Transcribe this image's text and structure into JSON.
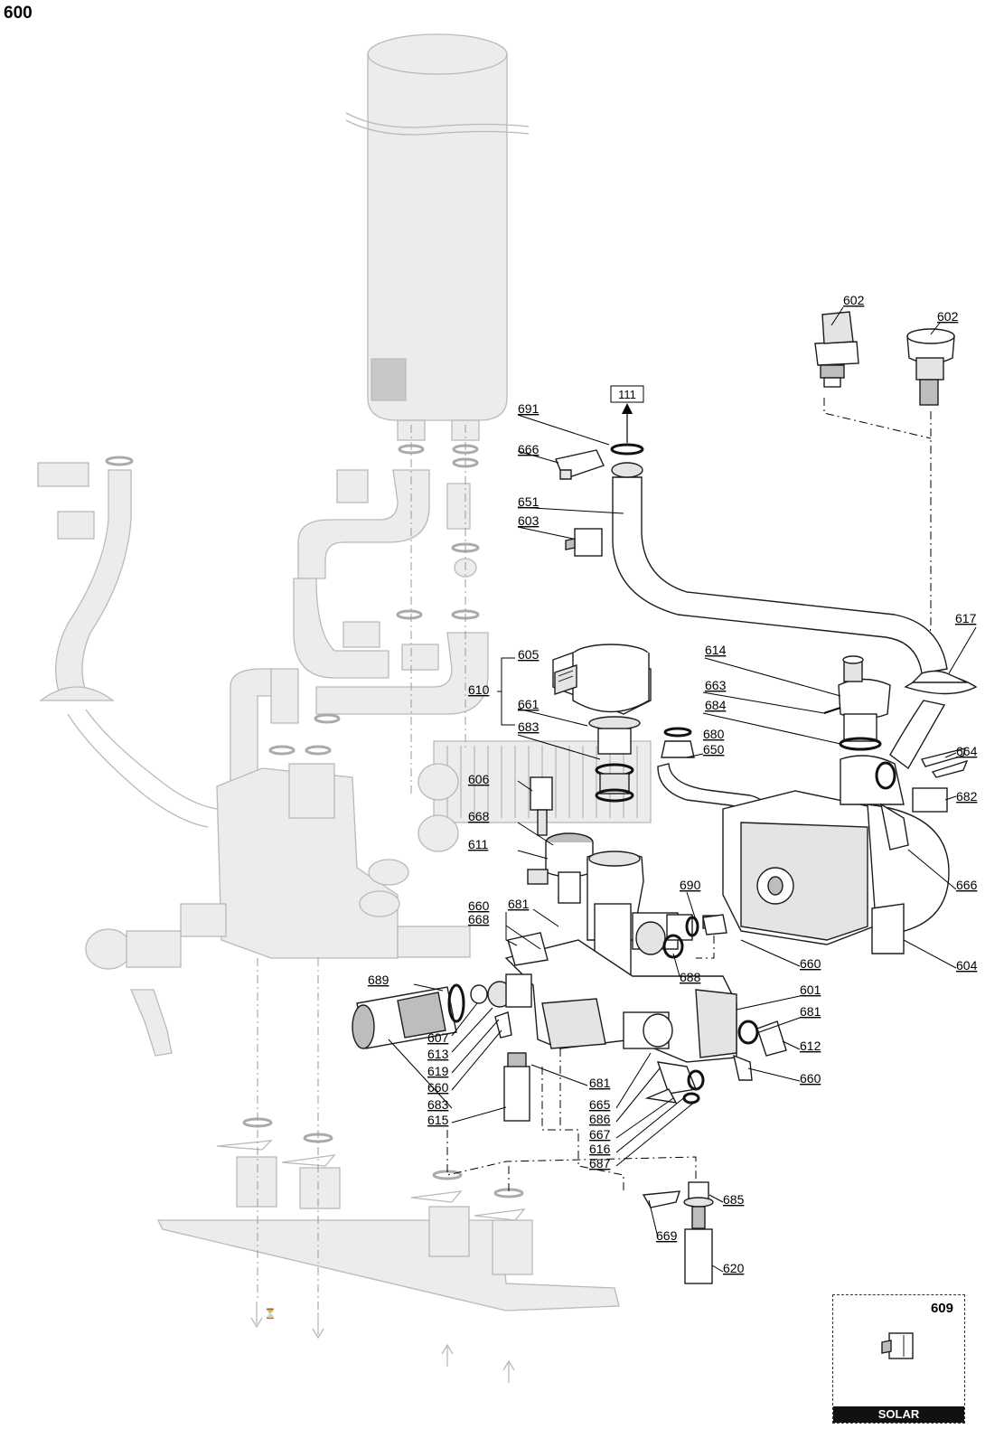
{
  "page_title": "600",
  "reference_box": "111",
  "labels": {
    "l602a": "602",
    "l602b": "602",
    "l691": "691",
    "l666a": "666",
    "l651": "651",
    "l603": "603",
    "l617": "617",
    "l614": "614",
    "l605": "605",
    "l610": "610",
    "l661": "661",
    "l663": "663",
    "l684": "684",
    "l683a": "683",
    "l680": "680",
    "l650": "650",
    "l664": "664",
    "l606": "606",
    "l682": "682",
    "l668a": "668",
    "l611": "611",
    "l666b": "666",
    "l690": "690",
    "l660a": "660",
    "l681a": "681",
    "l668b": "668",
    "l688": "688",
    "l660b": "660",
    "l604": "604",
    "l689": "689",
    "l601": "601",
    "l681b": "681",
    "l607": "607",
    "l613": "613",
    "l612": "612",
    "l619": "619",
    "l660c": "660",
    "l681c": "681",
    "l660d": "660",
    "l683b": "683",
    "l665": "665",
    "l686": "686",
    "l615": "615",
    "l667": "667",
    "l616": "616",
    "l687": "687",
    "l685": "685",
    "l669": "669",
    "l620": "620"
  },
  "solar_inset": {
    "number": "609",
    "caption": "SOLAR"
  }
}
